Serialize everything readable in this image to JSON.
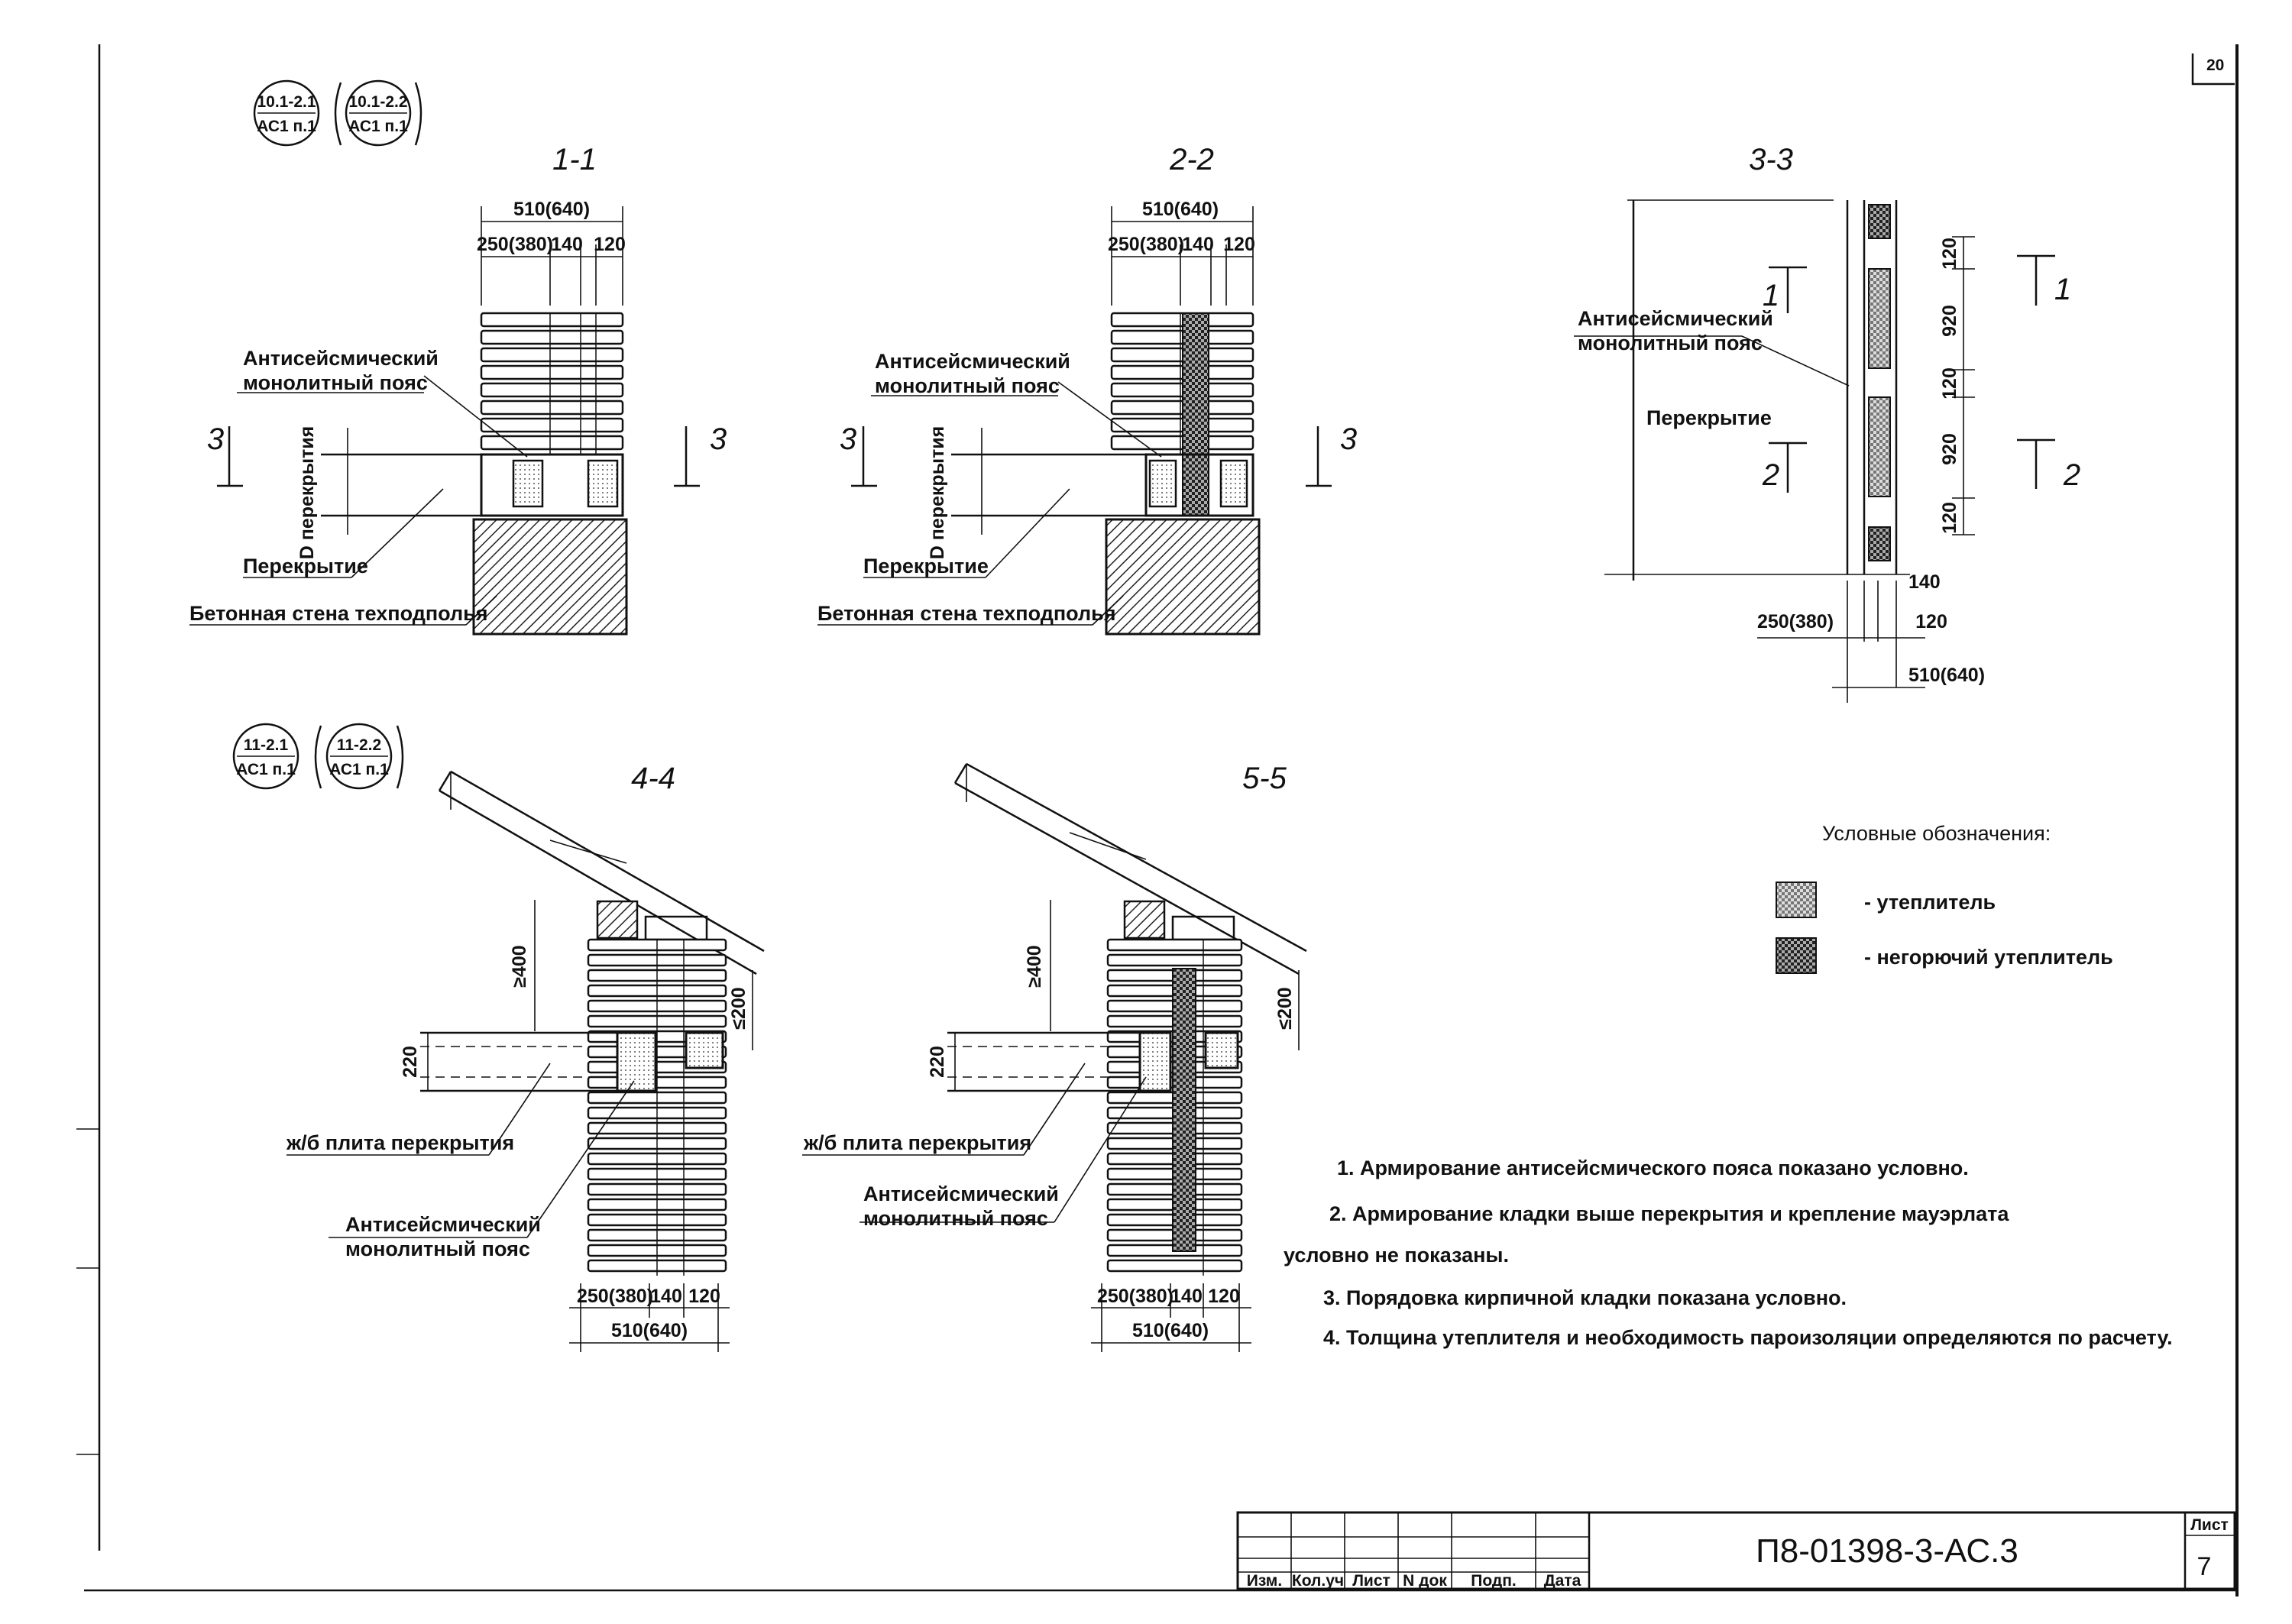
{
  "sheet": {
    "corner_mark": "20",
    "page_label": "Лист",
    "page_number": "7",
    "code": "П8-01398-3-АС.3",
    "tb_cols": [
      "Изм.",
      "Кол.уч",
      "Лист",
      "N док",
      "Подп.",
      "Дата"
    ]
  },
  "refs_top": [
    {
      "top": "10.1-2.1",
      "bottom": "АС1 п.1"
    },
    {
      "top": "10.1-2.2",
      "bottom": "АС1 п.1"
    }
  ],
  "refs_bottom": [
    {
      "top": "11-2.1",
      "bottom": "АС1 п.1"
    },
    {
      "top": "11-2.2",
      "bottom": "АС1 п.1"
    }
  ],
  "sections": {
    "s11": {
      "title": "1-1",
      "dim_total": "510(640)",
      "dim_a": "250(380)",
      "dim_b": "140",
      "dim_c": "120",
      "belt_l1": "Антисейсмический",
      "belt_l2": "монолитный пояс",
      "floor_dim": "D перекрытия",
      "floor": "Перекрытие",
      "wall": "Бетонная стена техподполья",
      "cut": "3"
    },
    "s22": {
      "title": "2-2",
      "dim_total": "510(640)",
      "dim_a": "250(380)",
      "dim_b": "140",
      "dim_c": "120",
      "belt_l1": "Антисейсмический",
      "belt_l2": "монолитный пояс",
      "floor_dim": "D перекрытия",
      "floor": "Перекрытие",
      "wall": "Бетонная стена техподполья",
      "cut": "3"
    },
    "s33": {
      "title": "3-3",
      "belt_l1": "Антисейсмический",
      "belt_l2": "монолитный пояс",
      "floor": "Перекрытие",
      "cut1": "1",
      "cut2": "2",
      "v1": "120",
      "v2": "920",
      "v3": "120",
      "v4": "920",
      "v5": "120",
      "d140": "140",
      "d250": "250(380)",
      "d120": "120",
      "d510": "510(640)"
    },
    "s44": {
      "title": "4-4",
      "h400": "≥400",
      "h200": "≤200",
      "h220": "220",
      "slab": "ж/б плита перекрытия",
      "belt_l1": "Антисейсмический",
      "belt_l2": "монолитный пояс",
      "dim_a": "250(380)",
      "dim_b": "140",
      "dim_c": "120",
      "dim_total": "510(640)"
    },
    "s55": {
      "title": "5-5",
      "h400": "≥400",
      "h200": "≤200",
      "h220": "220",
      "slab": "ж/б плита перекрытия",
      "belt_l1": "Антисейсмический",
      "belt_l2": "монолитный пояс",
      "dim_a": "250(380)",
      "dim_b": "140",
      "dim_c": "120",
      "dim_total": "510(640)"
    }
  },
  "legend": {
    "title": "Условные обозначения:",
    "item1": "- утеплитель",
    "item2": "- негорючий утеплитель"
  },
  "notes": {
    "n1": "1. Армирование антисейсмического пояса показано условно.",
    "n2a": "2. Армирование кладки выше перекрытия и крепление мауэрлата",
    "n2b": "условно не показаны.",
    "n3": "3. Порядовка кирпичной кладки показана условно.",
    "n4": "4. Толщина утеплителя и необходимость пароизоляции определяются по расчету."
  }
}
